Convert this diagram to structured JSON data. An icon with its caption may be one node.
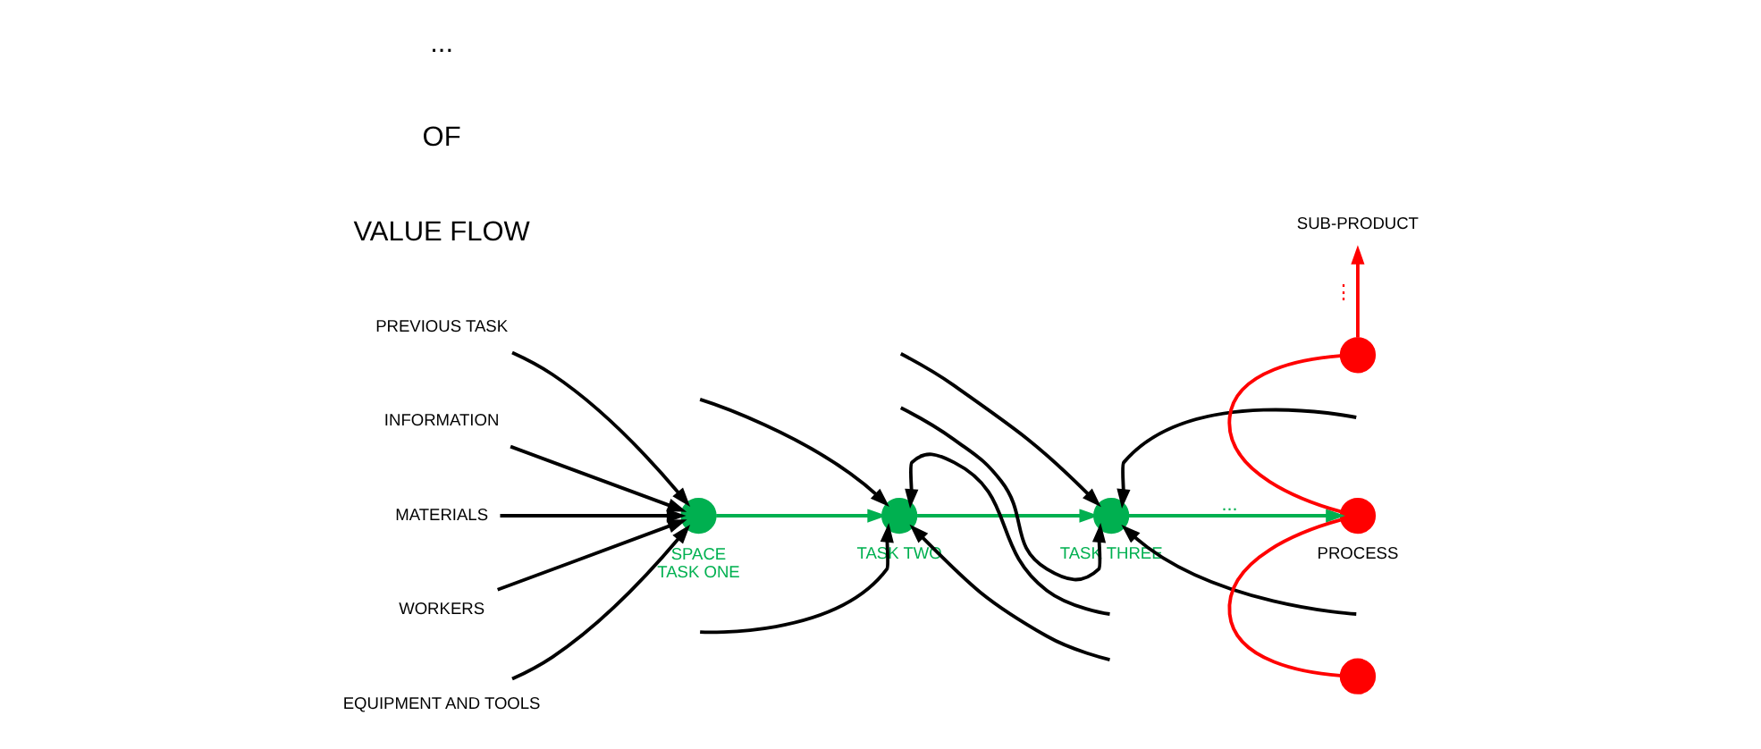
{
  "diagram": {
    "nodes": [
      {
        "text": [
          "PREVIOUS TASK"
        ]
      },
      {
        "text": [
          "INFORMATION"
        ]
      },
      {
        "text": [
          "MATERIALS"
        ]
      },
      {
        "text": [
          "WORKERS"
        ]
      },
      {
        "text": [
          "EQUIPMENT AND TOOLS"
        ]
      },
      {
        "text": [],
        "shape": "circle",
        "beside": [
          "SPACE",
          "TASK ONE"
        ]
      },
      {
        "text": [],
        "shape": "circle",
        "beside": [
          "TASK TWO"
        ]
      },
      {
        "text": [],
        "shape": "circle",
        "beside": [
          "TASK THREE"
        ]
      },
      {
        "text": [],
        "shape": "circle"
      },
      {
        "text": [],
        "shape": "circle",
        "beside": [
          "PROCESS"
        ]
      },
      {
        "text": [],
        "shape": "circle"
      },
      {
        "text": [
          "SUB-PRODUCT"
        ]
      }
    ],
    "edges": [
      {
        "from": 0,
        "to": 5,
        "arrow": "to"
      },
      {
        "from": 1,
        "to": 5,
        "arrow": "to"
      },
      {
        "from": 2,
        "to": 5,
        "arrow": "to"
      },
      {
        "from": 3,
        "to": 5,
        "arrow": "to"
      },
      {
        "from": 4,
        "to": 5,
        "arrow": "to"
      },
      {
        "from": 5,
        "to": 6,
        "arrow": "to",
        "color": "#00b050"
      },
      {
        "from": null,
        "to": 6,
        "arrow": "to"
      },
      {
        "from": null,
        "to": 6,
        "arrow": "to"
      },
      {
        "from": null,
        "to": 6,
        "arrow": "to"
      },
      {
        "from": null,
        "to": 6,
        "arrow": "to"
      },
      {
        "from": 6,
        "to": 7,
        "arrow": "to",
        "color": "#00b050"
      },
      {
        "from": null,
        "to": 7,
        "arrow": "to"
      },
      {
        "from": null,
        "to": 7,
        "arrow": "to"
      },
      {
        "from": null,
        "to": 7,
        "arrow": "to"
      },
      {
        "from": null,
        "to": 7,
        "arrow": "to"
      },
      {
        "from": 7,
        "to": 9,
        "arrow": "to",
        "color": "#00b050",
        "label": "..."
      },
      {
        "from": 10,
        "to": 9,
        "arrow": "none",
        "color": "#ff0000"
      },
      {
        "from": 9,
        "to": 8,
        "arrow": "none",
        "color": "#ff0000"
      },
      {
        "from": 8,
        "to": 11,
        "arrow": "to",
        "color": "#ff0000",
        "label": "⋮"
      }
    ],
    "labels": [
      "VALUE FLOW",
      "OF",
      "..."
    ]
  }
}
